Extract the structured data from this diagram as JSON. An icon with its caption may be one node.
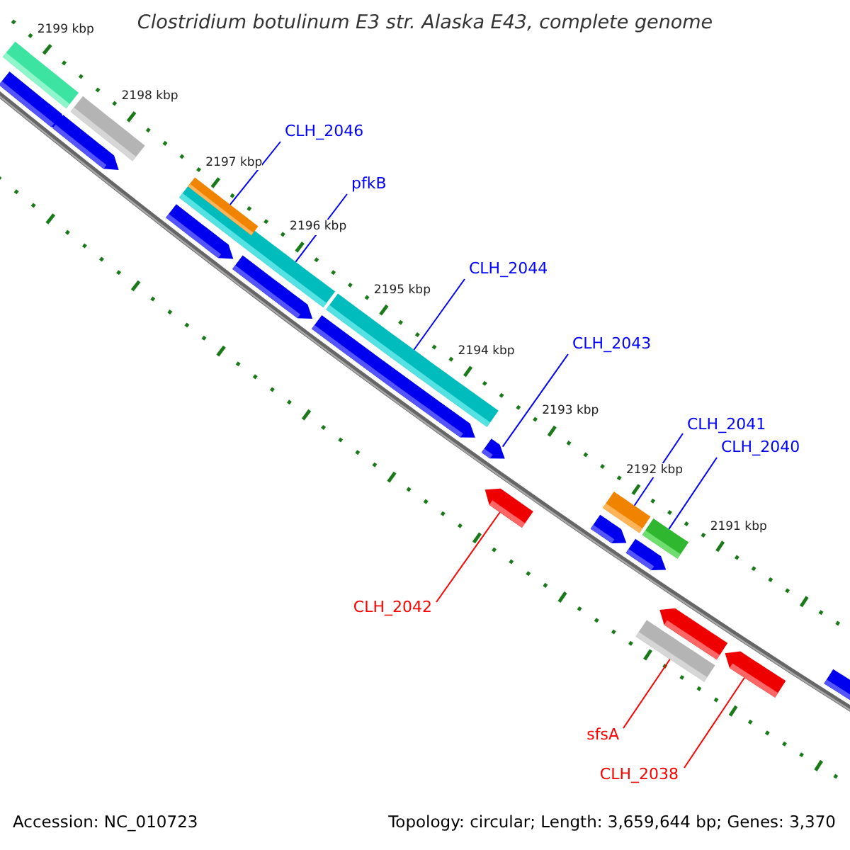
{
  "diagram": {
    "title": "Clostridium botulinum E3 str. Alaska E43, complete genome",
    "nodes": [
      {
        "text": [
          "CLH_2046"
        ]
      },
      {
        "text": [
          "pfkB"
        ]
      },
      {
        "text": [
          "CLH_2044"
        ]
      },
      {
        "text": [
          "CLH_2043"
        ]
      },
      {
        "text": [
          "CLH_2041"
        ]
      },
      {
        "text": [
          "CLH_2040"
        ]
      },
      {
        "text": [
          "CLH_2042"
        ]
      },
      {
        "text": [
          "sfsA"
        ]
      },
      {
        "text": [
          "CLH_2038"
        ]
      },
      {
        "text": [],
        "shape": "bar"
      },
      {
        "text": [],
        "shape": "arrow"
      },
      {
        "text": [],
        "shape": "arrow"
      },
      {
        "text": [],
        "shape": "bar"
      },
      {
        "text": [],
        "shape": "bar"
      },
      {
        "text": [],
        "shape": "bar"
      },
      {
        "text": [],
        "shape": "arrow"
      },
      {
        "text": [],
        "shape": "arrow"
      },
      {
        "text": [],
        "shape": "bar"
      },
      {
        "text": [],
        "shape": "arrow"
      },
      {
        "text": [],
        "shape": "arrow"
      },
      {
        "text": [],
        "shape": "arrow"
      },
      {
        "text": [],
        "shape": "bar"
      },
      {
        "text": [],
        "shape": "arrow"
      },
      {
        "text": [],
        "shape": "arrow"
      },
      {
        "text": [],
        "shape": "bar"
      },
      {
        "text": [],
        "shape": "bar"
      },
      {
        "text": [],
        "shape": "arrow"
      },
      {
        "text": [],
        "shape": "arrow"
      },
      {
        "text": [],
        "shape": "arrow"
      }
    ],
    "edges": [
      {
        "from": 0,
        "to": 14,
        "arrow": "none"
      },
      {
        "from": 1,
        "to": 13,
        "arrow": "none"
      },
      {
        "from": 2,
        "to": 17,
        "arrow": "none"
      },
      {
        "from": 3,
        "to": 19,
        "arrow": "none"
      },
      {
        "from": 4,
        "to": 21,
        "arrow": "none"
      },
      {
        "from": 5,
        "to": 24,
        "arrow": "none"
      },
      {
        "from": 6,
        "to": 20,
        "arrow": "none",
        "color": "#ff0000"
      },
      {
        "from": 7,
        "to": 25,
        "arrow": "none",
        "color": "#ff0000"
      },
      {
        "from": 8,
        "to": 27,
        "arrow": "none",
        "color": "#ff0000"
      }
    ],
    "labels": [
      "2199 kbp",
      "2198 kbp",
      "2197 kbp",
      "2196 kbp",
      "2195 kbp",
      "2194 kbp",
      "2193 kbp",
      "2192 kbp",
      "2191 kbp",
      "Accession: NC_010723",
      "Topology: circular; Length: 3,659,644 bp; Genes: 3,370"
    ]
  }
}
